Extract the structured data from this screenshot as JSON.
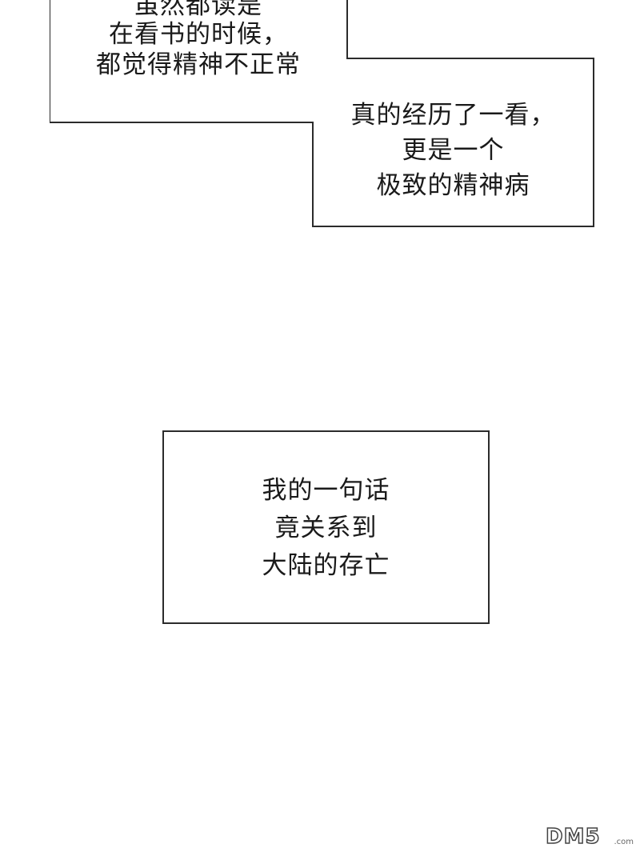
{
  "panel_top": {
    "box_a_lines": [
      "虽然都读是",
      "在看书的时候，",
      "都觉得精神不正常"
    ],
    "box_b_lines": [
      "真的经历了一看，",
      "更是一个",
      "极致的精神病"
    ]
  },
  "panel_bottom": {
    "lines": [
      "我的一句话",
      "竟关系到",
      "大陆的存亡"
    ]
  },
  "watermark": {
    "brand": "DM5",
    "suffix": ".com"
  }
}
